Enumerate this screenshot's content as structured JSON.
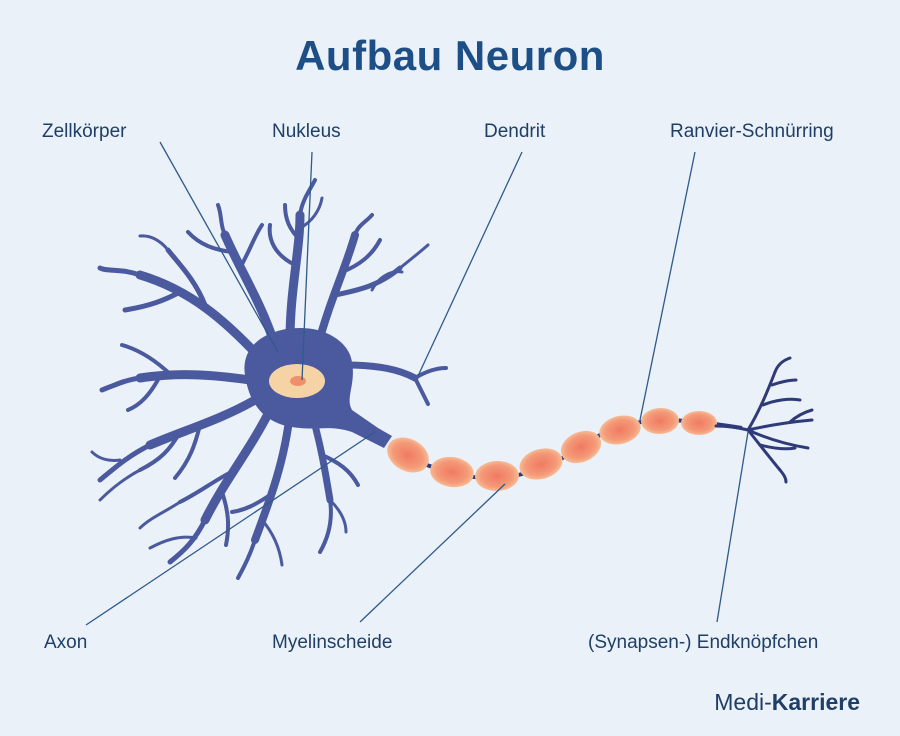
{
  "title": "Aufbau Neuron",
  "labels": {
    "zellkoerper": "Zellkörper",
    "nukleus": "Nukleus",
    "dendrit": "Dendrit",
    "ranvier": "Ranvier-Schnürring",
    "axon": "Axon",
    "myelinscheide": "Myelinscheide",
    "endknoepfchen": "(Synapsen-) Endknöpfchen"
  },
  "brand": {
    "part1": "Medi-",
    "part2": "Karriere"
  },
  "colors": {
    "neuron": "#4b5a9e",
    "myelin": "#f28a6e",
    "myelin_highlight": "#f9cfa5",
    "nucleus": "#f6d3a5",
    "nucleolus": "#ef8f6c",
    "title": "#1d4f86",
    "leader_line": "#2f5a8a",
    "background": "#eaf1f8"
  }
}
